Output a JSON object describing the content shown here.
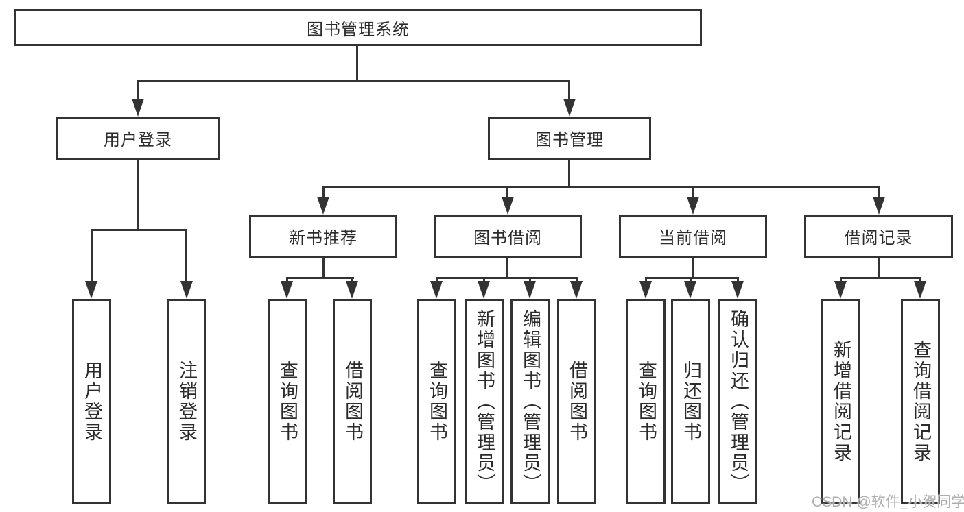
{
  "tree": {
    "root": {
      "label": "图书管理系统"
    },
    "branches": [
      {
        "label": "用户登录",
        "leaves": [
          {
            "label": "用户登录"
          },
          {
            "label": "注销登录"
          }
        ]
      },
      {
        "label": "图书管理",
        "groups": [
          {
            "label": "新书推荐",
            "leaves": [
              {
                "label": "查询图书"
              },
              {
                "label": "借阅图书"
              }
            ]
          },
          {
            "label": "图书借阅",
            "leaves": [
              {
                "label": "查询图书"
              },
              {
                "label": "新增图书（管理员）"
              },
              {
                "label": "编辑图书（管理员）"
              },
              {
                "label": "借阅图书"
              }
            ]
          },
          {
            "label": "当前借阅",
            "leaves": [
              {
                "label": "查询图书"
              },
              {
                "label": "归还图书"
              },
              {
                "label": "确认归还（管理员）"
              }
            ]
          },
          {
            "label": "借阅记录",
            "leaves": [
              {
                "label": "新增借阅记录"
              },
              {
                "label": "查询借阅记录"
              }
            ]
          }
        ]
      }
    ]
  },
  "watermark": "CSDN @软件_小贺同学",
  "colors": {
    "line": "#333333",
    "text": "#2b2b2b",
    "watermark": "#aeaeae",
    "background": "#ffffff"
  }
}
